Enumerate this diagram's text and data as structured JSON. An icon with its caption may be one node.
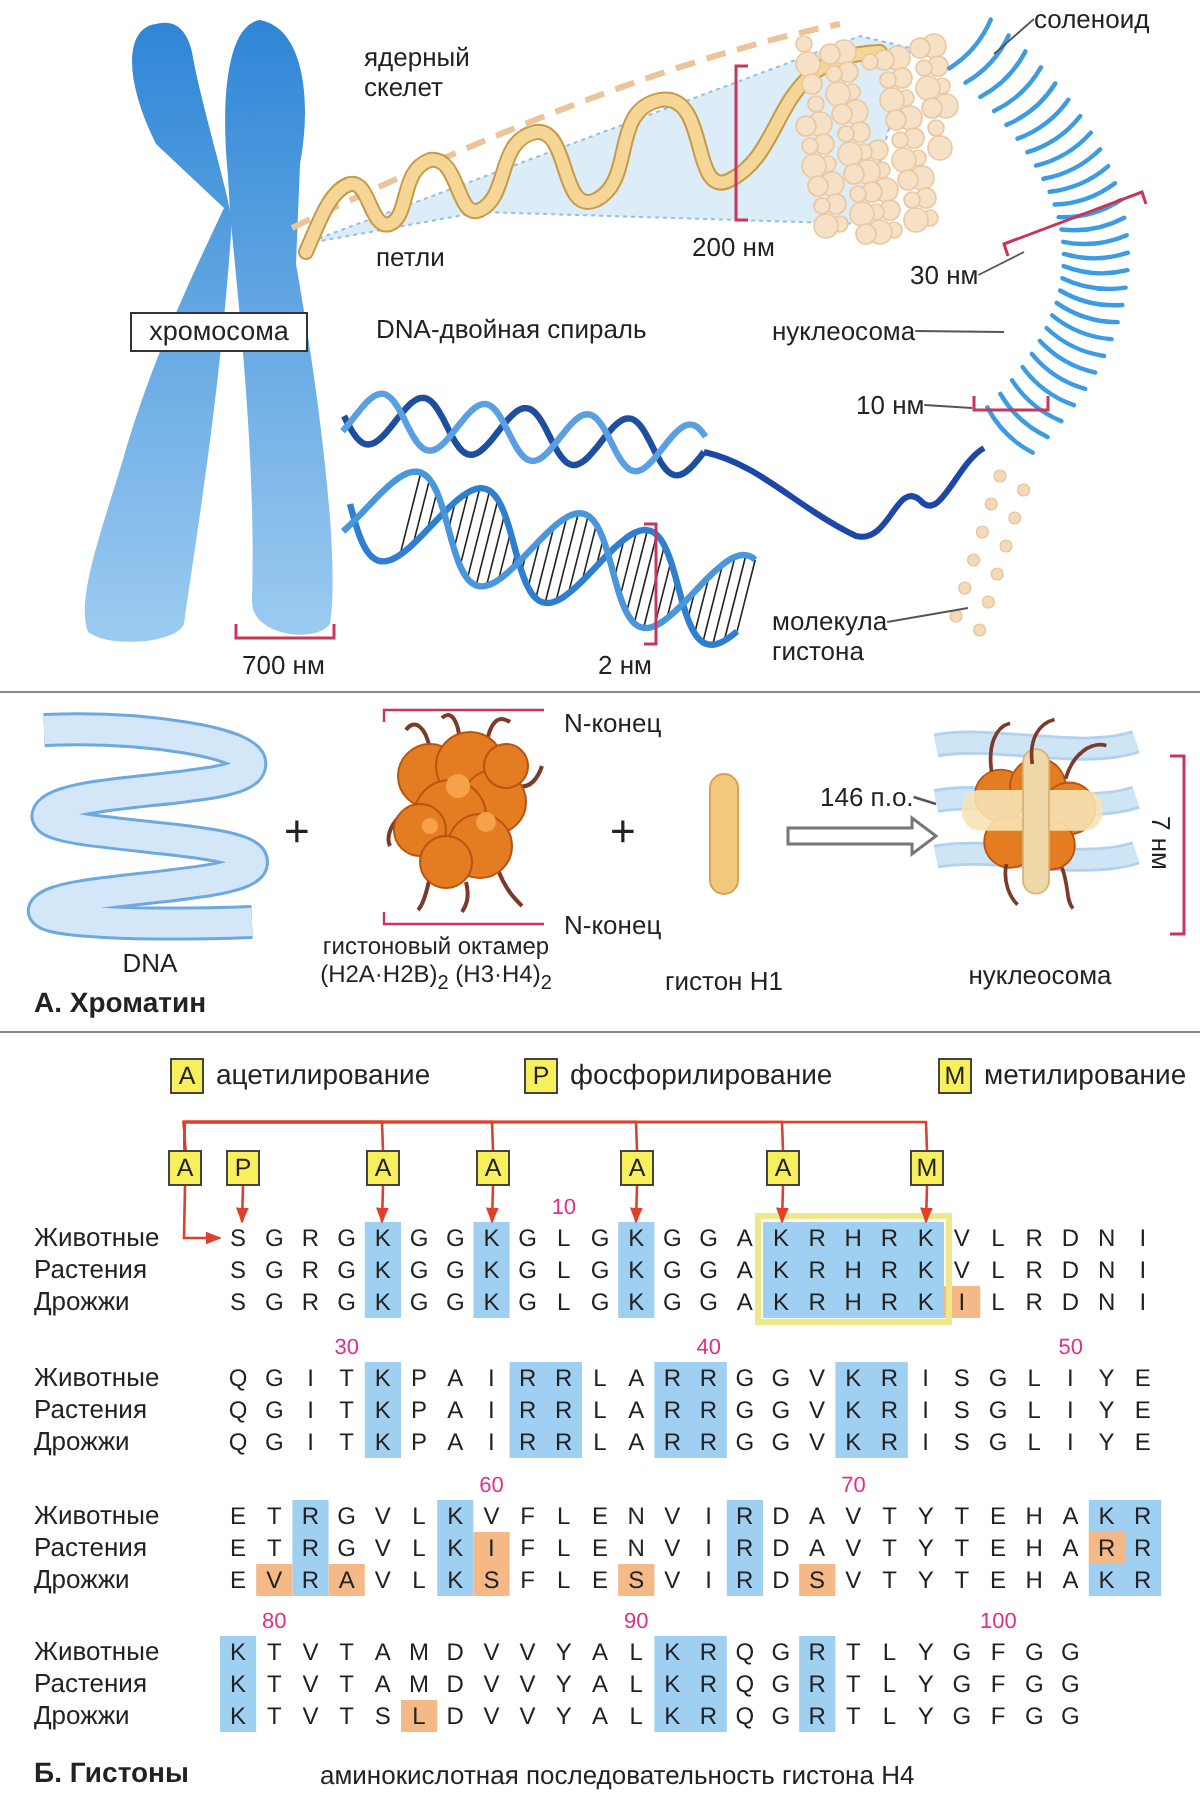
{
  "diagram": {
    "nodes": [
      {
        "text": [
          "хромосома"
        ]
      },
      {
        "text": [
          "соленоид"
        ]
      },
      {
        "text": [
          "30 нм"
        ]
      },
      {
        "text": [
          "нуклеосома"
        ]
      },
      {
        "text": [
          "10 нм"
        ]
      },
      {
        "text": [
          "молекула гистона"
        ]
      },
      {
        "text": [
          "DNA"
        ]
      },
      {
        "text": [
          "гистоновый октамер (H2A·H2B)$_{2}$ (H3·H4)$_{2}$"
        ]
      },
      {
        "text": [
          "гистон H1"
        ]
      },
      {
        "text": [
          "нуклеосома"
        ]
      },
      {
        "text": [
          "146 п.о."
        ]
      },
      {
        "text": [
          "A"
        ],
        "beside": [
          "ацетилирование"
        ]
      },
      {
        "text": [
          "P"
        ],
        "beside": [
          "фосфорилирование"
        ]
      },
      {
        "text": [
          "M"
        ],
        "beside": [
          "метилирование"
        ]
      },
      {
        "text": [
          "A"
        ]
      },
      {
        "text": [
          "P"
        ]
      },
      {
        "text": [
          "A"
        ]
      },
      {
        "text": [
          "A"
        ]
      },
      {
        "text": [
          "A"
        ]
      },
      {
        "text": [
          "A"
        ]
      },
      {
        "text": [
          "M"
        ]
      },
      {
        "text": [
          "S G R G K G G K G L G K G G A K R H R K V L R D N I"
        ]
      }
    ],
    "edges": [
      {
        "from": 1,
        "to": null,
        "arrow": "none",
        "color": "#555555"
      },
      {
        "from": 2,
        "to": null,
        "arrow": "none",
        "color": "#555555"
      },
      {
        "from": 3,
        "to": null,
        "arrow": "none",
        "color": "#555555"
      },
      {
        "from": 4,
        "to": null,
        "arrow": "none",
        "color": "#555555"
      },
      {
        "from": 5,
        "to": null,
        "arrow": "none",
        "color": "#555555"
      },
      {
        "from": 8,
        "to": 9,
        "arrow": "to",
        "style": "thick",
        "color": "#777777"
      },
      {
        "from": 10,
        "to": 9,
        "arrow": "none",
        "color": "#555555"
      },
      {
        "from": 14,
        "to": 21,
        "arrow": "to"
      },
      {
        "from": 15,
        "to": 21,
        "arrow": "to"
      },
      {
        "from": 16,
        "to": 21,
        "arrow": "to"
      },
      {
        "from": 17,
        "to": 21,
        "arrow": "to"
      },
      {
        "from": 18,
        "to": 21,
        "arrow": "to"
      },
      {
        "from": 19,
        "to": 21,
        "arrow": "to"
      },
      {
        "from": 20,
        "to": 21,
        "arrow": "to"
      },
      {
        "from": 14,
        "to": 16,
        "arrow": "none"
      },
      {
        "from": 14,
        "to": 17,
        "arrow": "none"
      },
      {
        "from": 14,
        "to": 18,
        "arrow": "none"
      },
      {
        "from": 14,
        "to": 19,
        "arrow": "none"
      },
      {
        "from": 14,
        "to": 20,
        "arrow": "none"
      }
    ],
    "labels": [
      "ядерный скелет",
      "петли",
      "200 нм",
      "DNA-двойная спираль",
      "700 нм",
      "2 нм",
      "N-конец",
      "+",
      "+",
      "N-конец",
      "7 нм",
      "А. Хроматин",
      "10",
      "Животные",
      "Растения",
      "S G R G K G G K G L G K G G A K R H R K V L R D N I",
      "Дрожжи",
      "S G R G K G G K G L G K G G A K R H R K I L R D N I",
      "30",
      "40",
      "50",
      "Животные",
      "Q G I T K P A I R R L A R R G G V K R I S G L I Y E",
      "Растения",
      "Q G I T K P A I R R L A R R G G V K R I S G L I Y E",
      "Дрожжи",
      "Q G I T K P A I R R L A R R G G V K R I S G L I Y E",
      "60",
      "70",
      "Животные",
      "E T R G V L K V F L E N V I R D A V T Y T E H A K R",
      "Растения",
      "E T R G V L K I F L E N V I R D A V T Y T E H A R R",
      "Дрожжи",
      "E V R A V L K S F L E S V I R D S V T Y T E H A K R",
      "80",
      "90",
      "100",
      "Животные",
      "K T V T A M D V V Y A L K R Q G R T L Y G F G G",
      "Растения",
      "K T V T A M D V V Y A L K R Q G R T L Y G F G G",
      "Дрожжи",
      "K T V T S L D V V Y A L K R Q G R T L Y G F G G",
      "Б. Гистоны",
      "аминокислотная последовательность гистона H4"
    ]
  }
}
